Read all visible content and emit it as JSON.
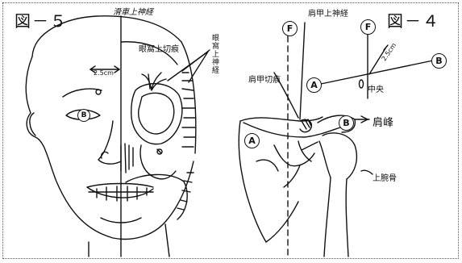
{
  "left_figure": {
    "title": "図－５",
    "distance_label": "2.5cm",
    "nerve_label": "滑車上神経",
    "supraorbital_notch_label": "眼窩上切痕",
    "supraorbital_nerve_label": "眼窩上神経",
    "eye_marker": "B"
  },
  "right_figure": {
    "title": "図－４",
    "marker_f_left": "F",
    "marker_f_right": "F",
    "marker_a_top": "A",
    "marker_a_bottom": "A",
    "marker_b_right": "B",
    "marker_b_acromion": "B",
    "distance_label": "2.5cm",
    "suprascapular_nerve_label": "肩甲上神経",
    "scapular_notch_label": "肩甲切痕",
    "midpoint_label": "中央",
    "acromion_label": "肩峰",
    "humerus_label": "上腕骨"
  },
  "colors": {
    "line": "#111111",
    "background": "#ffffff"
  }
}
